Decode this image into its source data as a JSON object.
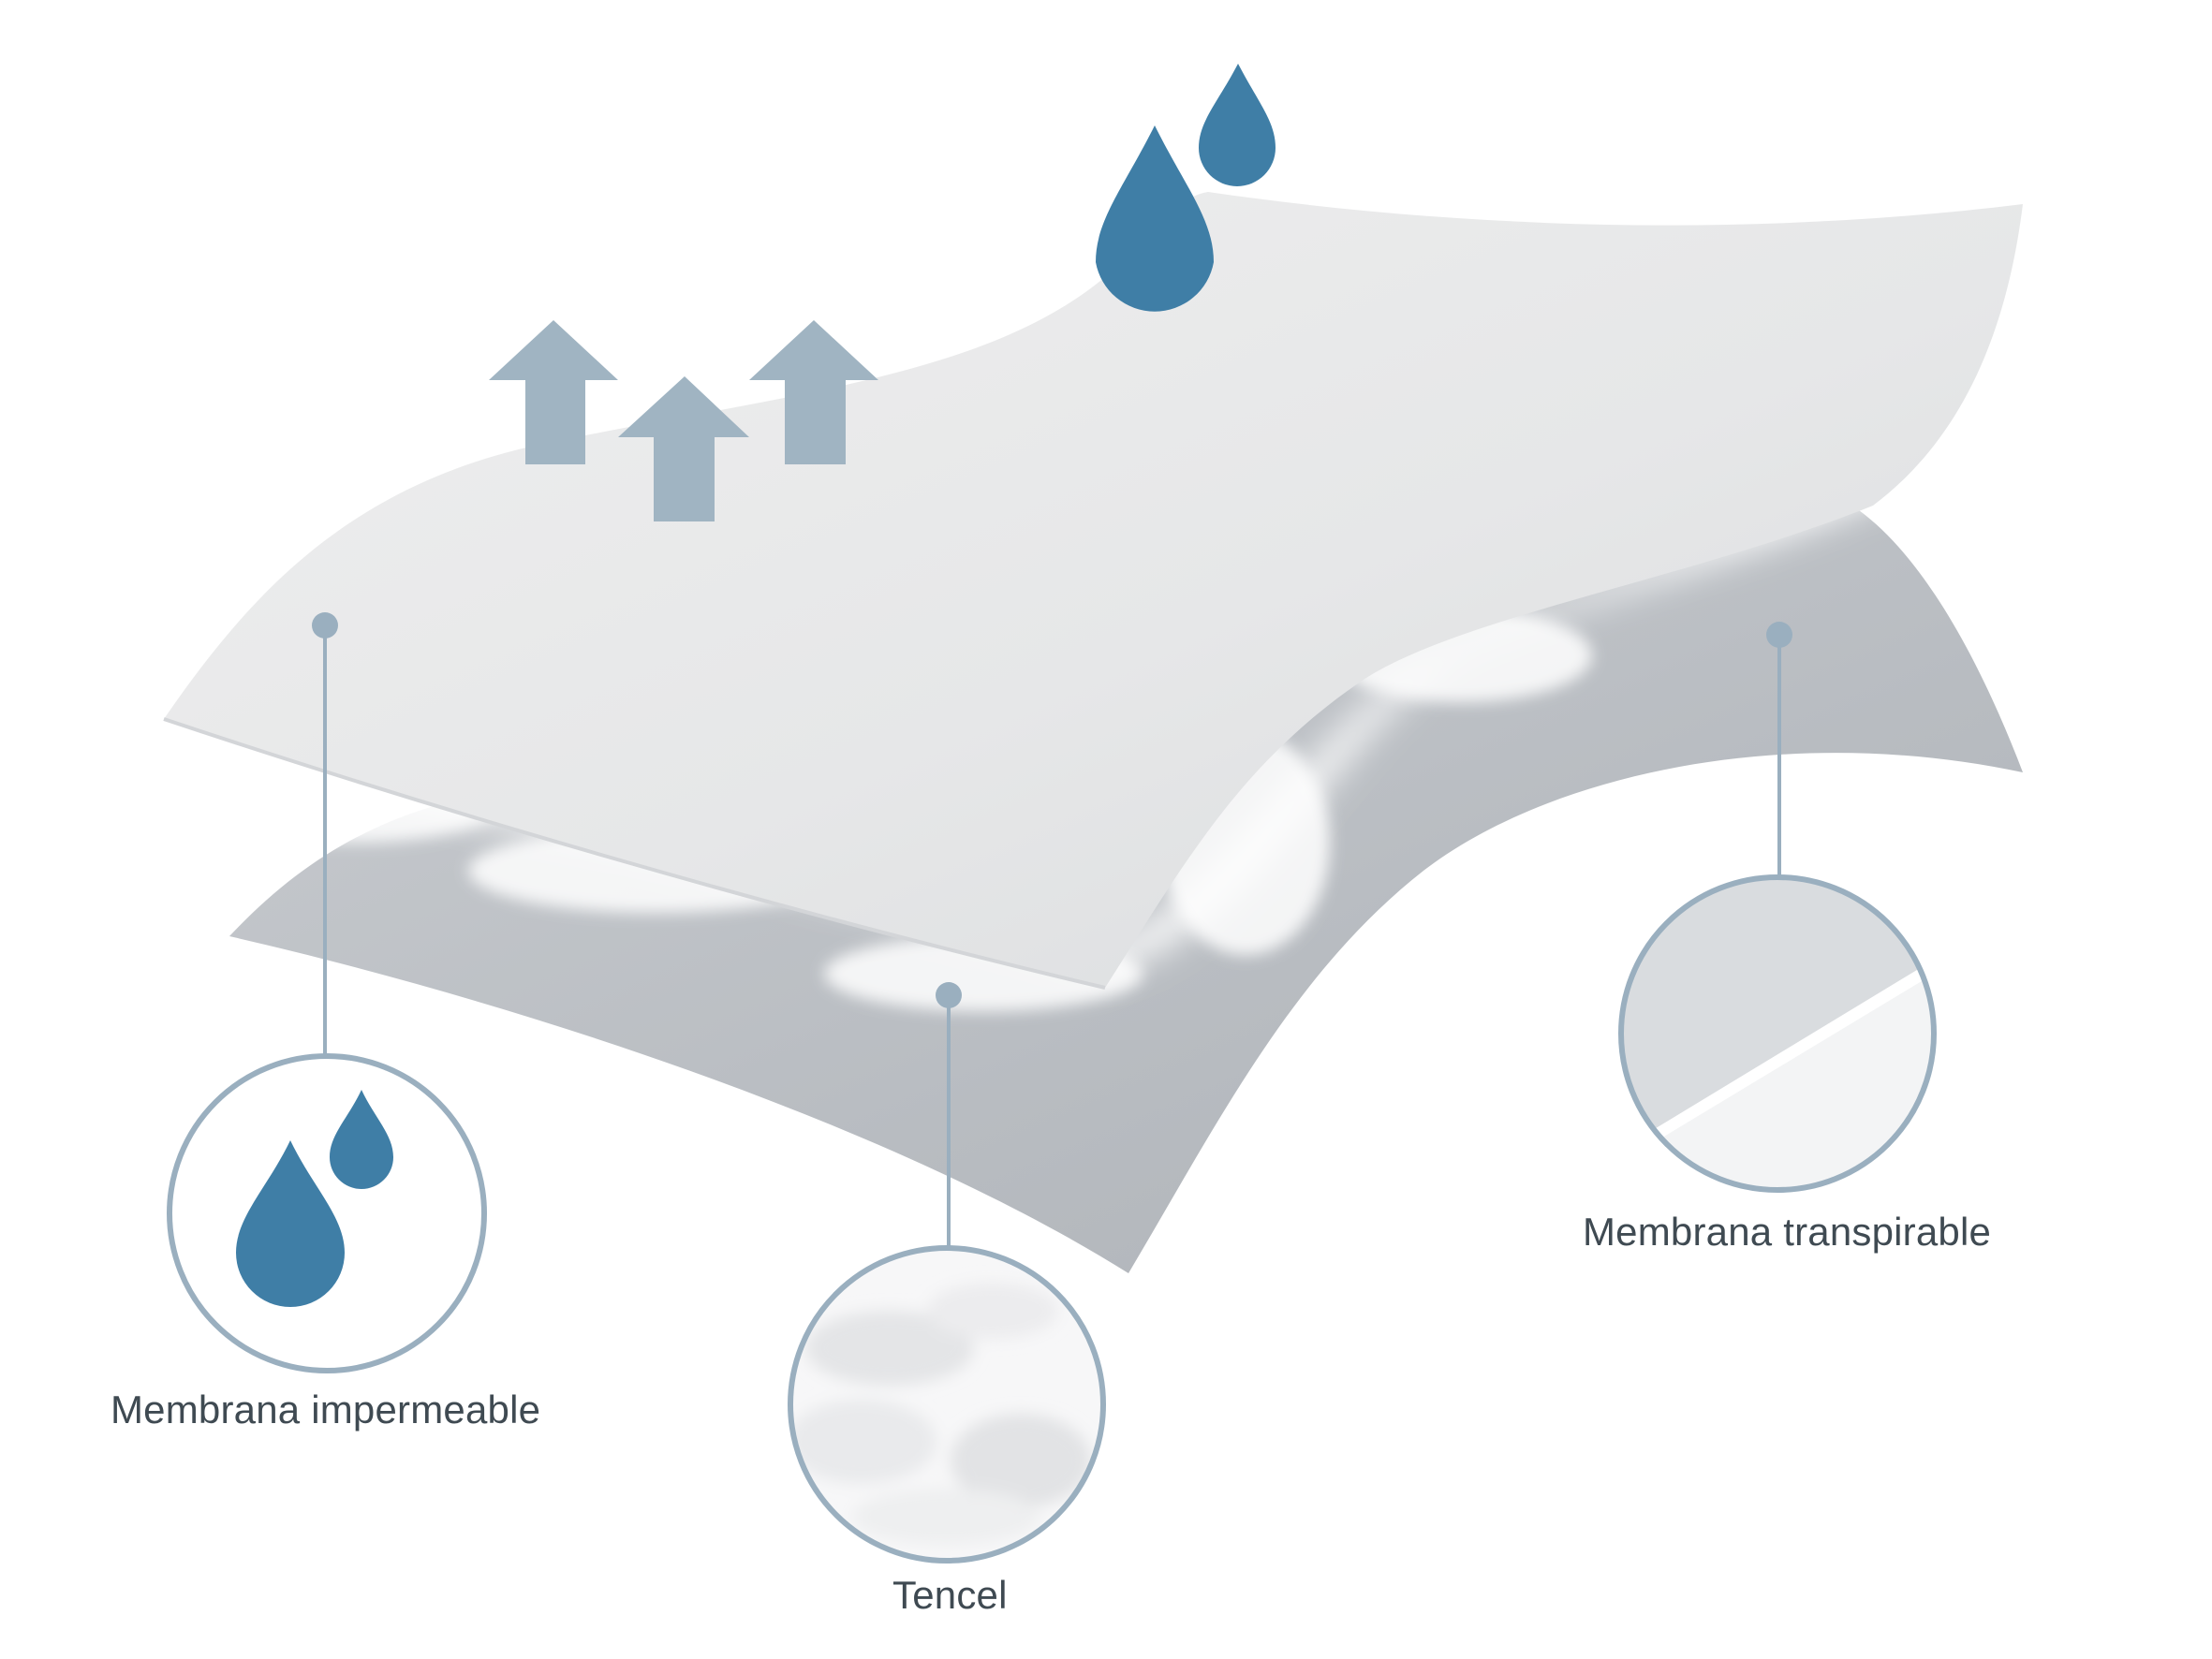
{
  "labels": {
    "impermeable": "Membrana impermeable",
    "tencel": "Tencel",
    "transpirable": "Membrana transpirable"
  },
  "colors": {
    "accent_blue": "#3f7ea6",
    "arrow_gray_blue": "#a0b4c2",
    "connector": "#9aafbf",
    "top_layer": "#e8e9eb",
    "bottom_layer": "#b9bdc2",
    "label_text": "#3f4a52"
  },
  "icons": {
    "drops": "water-drop-icon",
    "arrows": "arrow-up-icon"
  }
}
